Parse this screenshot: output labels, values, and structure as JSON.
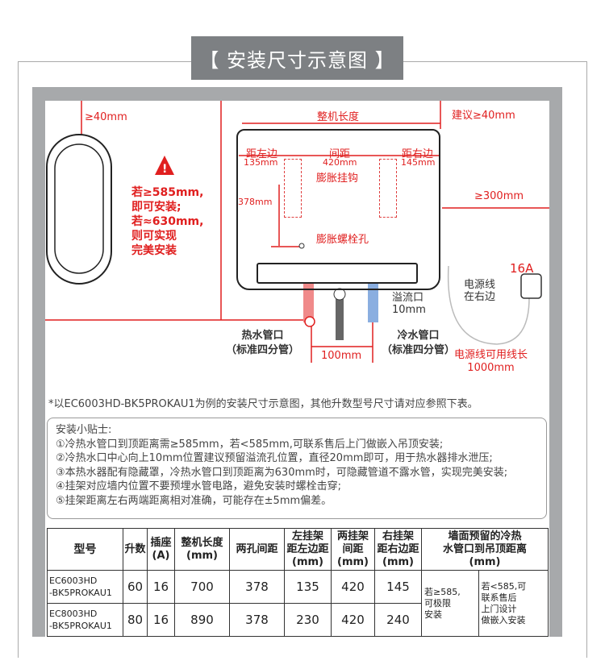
{
  "title": "【 安装尺寸示意图 】",
  "diagram": {
    "top_gap_left": "≥40mm",
    "warning": [
      "若≥585mm,",
      "即可安装;",
      "若≈630mm,",
      "则可实现",
      "完美安装"
    ],
    "total_length": "整机长度",
    "top_gap_right": "建议≥40mm",
    "left_edge_label": "距左边",
    "left_edge_value": "135mm",
    "spacing_label": "间距",
    "spacing_value": "420mm",
    "right_edge_label": "距右边",
    "right_edge_value": "145mm",
    "hook_label": "膨胀挂钩",
    "vertical_value": "378mm",
    "bolt_label": "膨胀螺栓孔",
    "side_gap": "≥300mm",
    "socket": "16A",
    "power_side": [
      "电源线",
      "在右边"
    ],
    "overflow": [
      "溢流口",
      "10mm"
    ],
    "hot_pipe": [
      "热水管口",
      "（标准四分管）"
    ],
    "cold_pipe": [
      "冷水管口",
      "（标准四分管）"
    ],
    "pipe_spacing": "100mm",
    "cord_length": [
      "电源线可用线长",
      "1000mm"
    ]
  },
  "note": "*以EC6003HD-BK5PROKAU1为例的安装尺寸示意图，其他升数型号尺寸请对应参照下表。",
  "tips": {
    "heading": "安装小贴士:",
    "items": [
      "①冷热水管口到顶距离需≥585mm，若<585mm,可联系售后上门做嵌入吊顶安装;",
      "②冷热水口中心向上10mm位置建议预留溢流孔位置，直径20mm即可，用于热水器排水泄压;",
      "③本热水器配有隐藏罩，冷热水管口到顶距离为630mm时，可隐藏管道不露水管，实现完美安装;",
      "④挂架对应墙内位置不要预埋水管电路，避免安装时螺栓击穿;",
      "⑤挂架距离左右两端距离相对准确，可能存在±5mm偏差。"
    ]
  },
  "table": {
    "headers": [
      "型号",
      "升数",
      "插座\n(A)",
      "整机长度\n(mm)",
      "两孔间距",
      "左挂架\n距左边距\n(mm)",
      "两挂架\n间距\n(mm)",
      "右挂架\n距右边距\n(mm)",
      "墙面预留的冷热\n水管口到吊顶距离\n(mm)"
    ],
    "rows": [
      [
        "EC6003HD\n-BK5PROKAU1",
        "60",
        "16",
        "700",
        "378",
        "135",
        "420",
        "145"
      ],
      [
        "EC8003HD\n-BK5PROKAU1",
        "80",
        "16",
        "890",
        "378",
        "230",
        "420",
        "240"
      ]
    ],
    "ceiling_a": "若≥585,\n可极限\n安装",
    "ceiling_b": "若<585,可\n联系售后\n上门设计\n做嵌入安装"
  }
}
